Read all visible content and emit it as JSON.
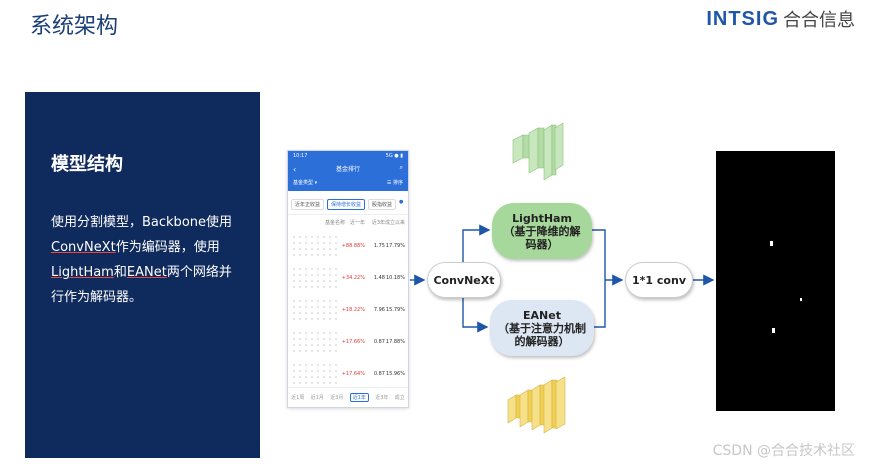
{
  "header": {
    "title": "系统架构",
    "logo_en": "INTSIG",
    "logo_cn": "合合信息"
  },
  "panel": {
    "heading": "模型结构",
    "line1": "使用分割模型，Backbone使用",
    "line2_u": "ConvNeXt",
    "line2": "作为编码器，使用",
    "line3_u1": "LightHam",
    "line3_mid": "和",
    "line3_u2": "EANet",
    "line3": "两个网络并",
    "line4": "行作为解码器。"
  },
  "phone": {
    "time": "10:17",
    "signal": "5G ● ▮",
    "title": "基金排行",
    "filter": "基金类型 ▾",
    "filter_right": "☰ 排序",
    "tabs": [
      "近年正收益",
      "保持增长收益",
      "股指收益",
      "●"
    ],
    "head_cols": [
      "基金名称",
      "近一年",
      "近3年",
      "成立以来"
    ],
    "rows": [
      {
        "pct": "+88.88%",
        "a": "1.75",
        "b": "17.79%"
      },
      {
        "pct": "+34.22%",
        "a": "1.48",
        "b": "10.18%"
      },
      {
        "pct": "+18.22%",
        "a": "7.96",
        "b": "15.79%"
      },
      {
        "pct": "+17.66%",
        "a": "0.87",
        "b": "17.88%"
      },
      {
        "pct": "+17.64%",
        "a": "0.87",
        "b": "15.96%"
      }
    ],
    "footer": [
      "近1周",
      "近1月",
      "近3月",
      "近1年",
      "近3年",
      "成立"
    ]
  },
  "nodes": {
    "convnext": "ConvNeXt",
    "lightham_1": "LightHam",
    "lightham_2": "（基于降维的解",
    "lightham_3": "码器）",
    "eanet_1": "EANet",
    "eanet_2": "（基于注意力机制",
    "eanet_3": "的解码器）",
    "conv11": "1*1 conv"
  },
  "watermark": "CSDN @合合技术社区",
  "colors": {
    "title": "#1b3f78",
    "panel_bg": "#0f2a5c",
    "lightham_bg": "#a6d79b",
    "eanet_bg": "#dde7f3",
    "arrow": "#1f57a8"
  }
}
